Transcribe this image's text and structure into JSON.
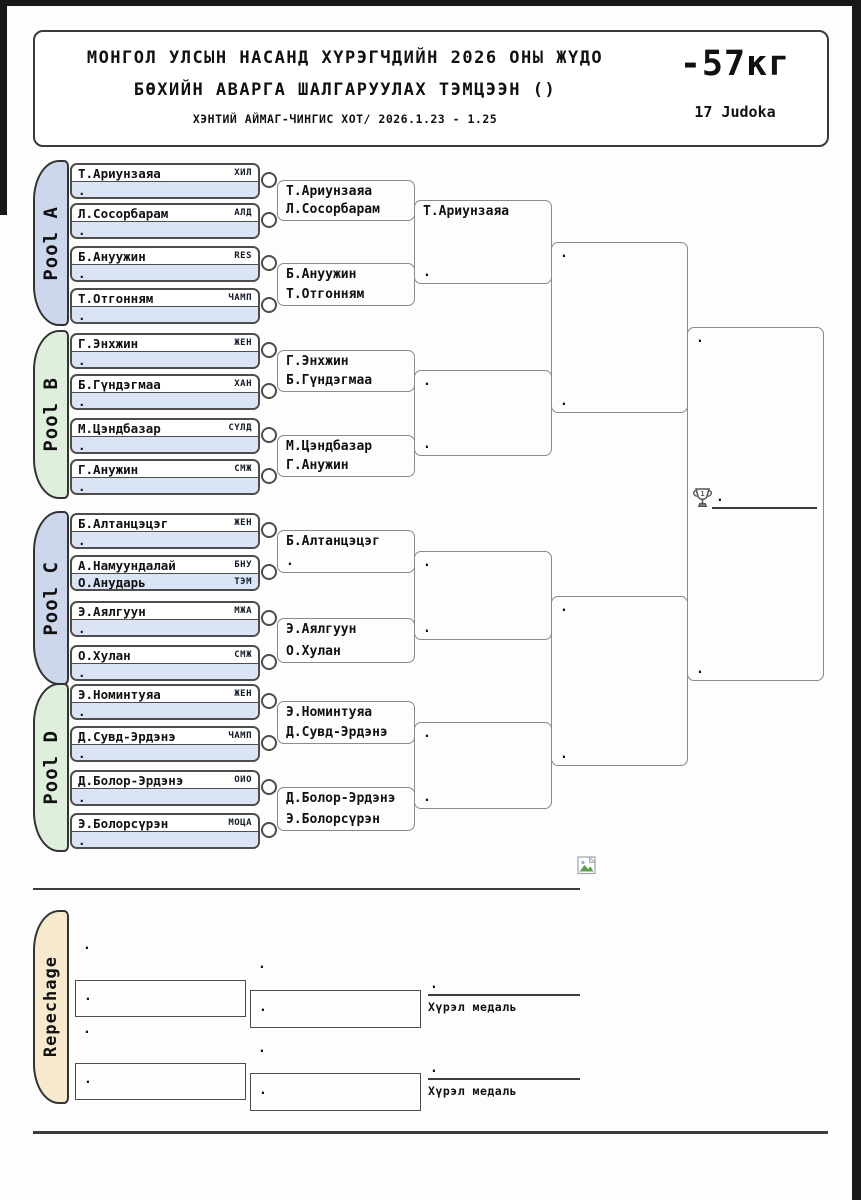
{
  "header": {
    "title_line1": "МОНГОЛ УЛСЫН НАСАНД ХҮРЭГЧДИЙН 2026 ОНЫ ЖҮДО",
    "title_line2": "БӨХИЙН АВАРГА ШАЛГАРУУЛАХ ТЭМЦЭЭН ()",
    "subtitle": "ХЭНТИЙ АЙМАГ-ЧИНГИС ХОТ/ 2026.1.23 - 1.25",
    "weight_class": "-57кг",
    "judoka_count": "17 Judoka"
  },
  "colors": {
    "pool_blue": "#ccd7ec",
    "pool_green": "#def0dc",
    "repechage_tan": "#f7e9ce",
    "score_row_blue": "#dbe4f4"
  },
  "pools": [
    {
      "label": "Pool A",
      "entries": [
        {
          "rows": [
            {
              "name": "Т.Ариунзаяа",
              "club": "ХИЛ"
            },
            {
              "name": ".",
              "club": ""
            }
          ]
        },
        {
          "rows": [
            {
              "name": "Л.Сосорбарам",
              "club": "АЛД"
            },
            {
              "name": ".",
              "club": ""
            }
          ]
        },
        {
          "rows": [
            {
              "name": "Б.Ануужин",
              "club": "RES"
            },
            {
              "name": ".",
              "club": ""
            }
          ]
        },
        {
          "rows": [
            {
              "name": "Т.Отгонням",
              "club": "ЧАМП"
            },
            {
              "name": ".",
              "club": ""
            }
          ]
        }
      ],
      "round2": [
        {
          "p1": "Т.Ариунзаяа",
          "p2": "Л.Сосорбарам"
        },
        {
          "p1": "Б.Ануужин",
          "p2": "Т.Отгонням"
        }
      ],
      "round3": {
        "p1": "Т.Ариунзаяа",
        "p2": "."
      }
    },
    {
      "label": "Pool B",
      "entries": [
        {
          "rows": [
            {
              "name": "Г.Энхжин",
              "club": "ЖЕН"
            },
            {
              "name": ".",
              "club": ""
            }
          ]
        },
        {
          "rows": [
            {
              "name": "Б.Гүндэгмаа",
              "club": "ХАН"
            },
            {
              "name": ".",
              "club": ""
            }
          ]
        },
        {
          "rows": [
            {
              "name": "М.Цэндбазар",
              "club": "СҮЛД"
            },
            {
              "name": ".",
              "club": ""
            }
          ]
        },
        {
          "rows": [
            {
              "name": "Г.Анужин",
              "club": "СМЖ"
            },
            {
              "name": ".",
              "club": ""
            }
          ]
        }
      ],
      "round2": [
        {
          "p1": "Г.Энхжин",
          "p2": "Б.Гүндэгмаа"
        },
        {
          "p1": "М.Цэндбазар",
          "p2": "Г.Анужин"
        }
      ],
      "round3": {
        "p1": ".",
        "p2": "."
      }
    },
    {
      "label": "Pool C",
      "entries": [
        {
          "rows": [
            {
              "name": "Б.Алтанцэцэг",
              "club": "ЖЕН"
            },
            {
              "name": ".",
              "club": ""
            }
          ]
        },
        {
          "rows": [
            {
              "name": "А.Намуундалай",
              "club": "БНУ"
            },
            {
              "name": "О.Анударь",
              "club": "ТЭМ"
            }
          ]
        },
        {
          "rows": [
            {
              "name": "Э.Аялгуун",
              "club": "МЖА"
            },
            {
              "name": ".",
              "club": ""
            }
          ]
        },
        {
          "rows": [
            {
              "name": "О.Хулан",
              "club": "СМЖ"
            },
            {
              "name": ".",
              "club": ""
            }
          ]
        }
      ],
      "round2": [
        {
          "p1": "Б.Алтанцэцэг",
          "p2": "."
        },
        {
          "p1": "Э.Аялгуун",
          "p2": "О.Хулан"
        }
      ],
      "round3": {
        "p1": ".",
        "p2": "."
      }
    },
    {
      "label": "Pool D",
      "entries": [
        {
          "rows": [
            {
              "name": "Э.Номинтуяа",
              "club": "ЖЕН"
            },
            {
              "name": ".",
              "club": ""
            }
          ]
        },
        {
          "rows": [
            {
              "name": "Д.Сувд-Эрдэнэ",
              "club": "ЧАМП"
            },
            {
              "name": ".",
              "club": ""
            }
          ]
        },
        {
          "rows": [
            {
              "name": "Д.Болор-Эрдэнэ",
              "club": "ОИО"
            },
            {
              "name": ".",
              "club": ""
            }
          ]
        },
        {
          "rows": [
            {
              "name": "Э.Болорсүрэн",
              "club": "МОЦА"
            },
            {
              "name": ".",
              "club": ""
            }
          ]
        }
      ],
      "round2": [
        {
          "p1": "Э.Номинтуяа",
          "p2": "Д.Сувд-Эрдэнэ"
        },
        {
          "p1": "Д.Болор-Эрдэнэ",
          "p2": "Э.Болорсүрэн"
        }
      ],
      "round3": {
        "p1": ".",
        "p2": "."
      }
    }
  ],
  "semifinals": [
    {
      "p1": ".",
      "p2": "."
    },
    {
      "p1": ".",
      "p2": "."
    }
  ],
  "final": {
    "p1": ".",
    "p2": ".",
    "winner": "."
  },
  "repechage": {
    "label": "Repechage",
    "brackets": [
      {
        "seed": ".",
        "r1": ".",
        "r2_seed": ".",
        "r2": ".",
        "winner": ".",
        "medal": "Хүрэл медаль"
      },
      {
        "seed": ".",
        "r1": ".",
        "r2_seed": ".",
        "r2": ".",
        "winner": ".",
        "medal": "Хүрэл медаль"
      }
    ]
  }
}
